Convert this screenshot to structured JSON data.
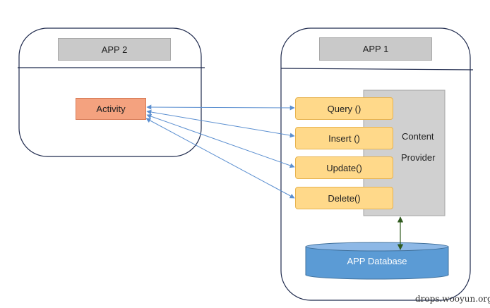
{
  "app2": {
    "title": "APP 2",
    "activity": "Activity"
  },
  "app1": {
    "title": "APP 1",
    "methods": [
      "Query ()",
      "Insert ()",
      "Update()",
      "Delete()"
    ],
    "content_provider": {
      "line1": "Content",
      "line2": "Provider"
    },
    "database": "APP Database"
  },
  "watermark": "drops.wooyun.org",
  "colors": {
    "frame_border": "#1f2a4d",
    "arrow": "#5b8fd0",
    "db_arrow": "#2f5a1e",
    "cp_fill": "#d0d0d0",
    "db_fill": "#5b9bd5"
  }
}
